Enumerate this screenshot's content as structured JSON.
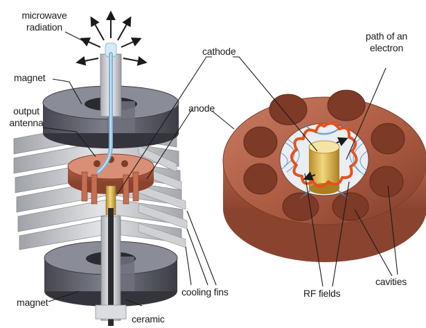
{
  "labels": {
    "microwave_radiation_line1": "microwave",
    "microwave_radiation_line2": "radiation",
    "magnet_top": "magnet",
    "output_antenna_line1": "output",
    "output_antenna_line2": "antenna",
    "cathode": "cathode",
    "anode": "anode",
    "path_of_electron_line1": "path of an",
    "path_of_electron_line2": "electron",
    "magnet_bottom": "magnet",
    "ceramic": "ceramic",
    "cooling_fins": "cooling fins",
    "rf_fields": "RF fields",
    "cavities": "cavities"
  },
  "colors": {
    "copper": "#b5644a",
    "copper_light": "#d98f76",
    "magnet_gray": "#5b5d68",
    "fin_gray": "#bfc1c6",
    "electron_path": "#e8501b",
    "cathode_gold": "#d9b24a",
    "rf_field_blue": "#4a90c8"
  }
}
